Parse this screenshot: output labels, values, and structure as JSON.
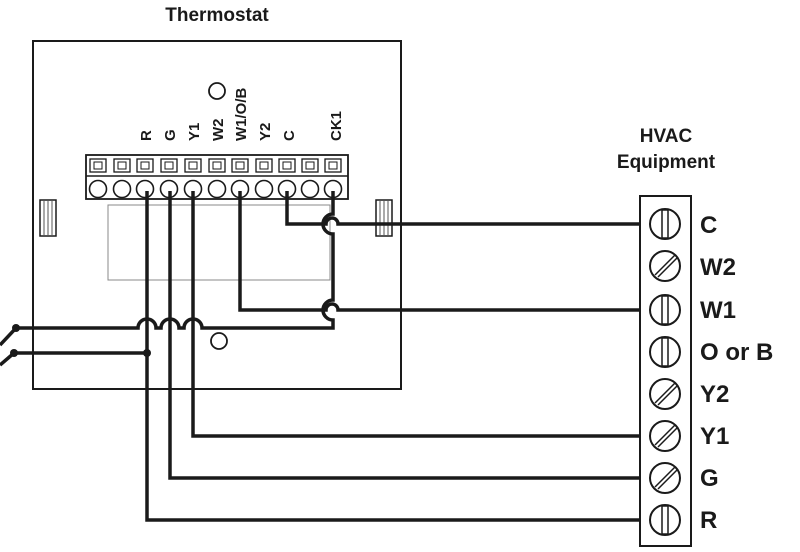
{
  "title": "Thermostat",
  "hvac_label_line1": "HVAC",
  "hvac_label_line2": "Equipment",
  "thermostat_terminals": [
    "R",
    "G",
    "Y1",
    "W2",
    "W1/O/B",
    "Y2",
    "C",
    "CK1"
  ],
  "hvac_terminals": [
    "C",
    "W2",
    "W1",
    "O or B",
    "Y2",
    "Y1",
    "G",
    "R"
  ]
}
